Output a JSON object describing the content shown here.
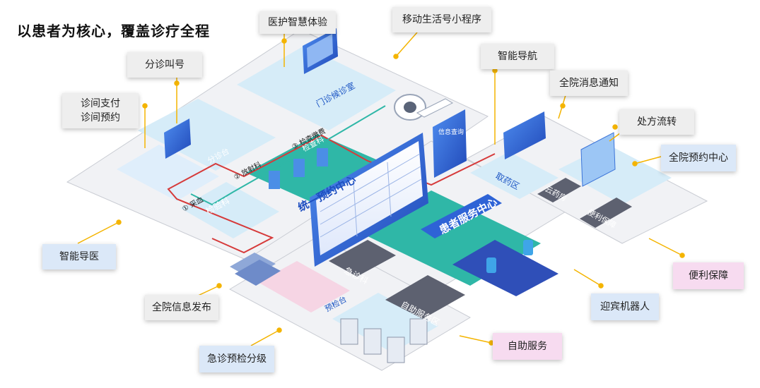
{
  "title": "以患者为核心，覆盖诊疗全程",
  "callouts": {
    "experience": "医护智慧体验",
    "miniprogram": "移动生活号小程序",
    "queue": "分诊叫号",
    "navigation": "智能导航",
    "notification": "全院消息通知",
    "pay_line1": "诊间支付",
    "pay_line2": "诊间预约",
    "prescription": "处方流转",
    "appointment_center": "全院预约中心",
    "guide": "智能导医",
    "convenience": "便利保障",
    "info_release": "全院信息发布",
    "robot": "迎宾机器人",
    "self_service": "自助服务",
    "triage": "急诊预检分级"
  },
  "zones": {
    "waiting_room": "门诊候诊室",
    "triage_room": "分诊台",
    "lab": "检验科",
    "exam": "检查科",
    "unified_booking": "统一预约中心",
    "patient_service": "患者服务中心",
    "emergency": "急诊科",
    "self_service_zone": "自助服务区",
    "pharmacy_window": "取药区",
    "cloud_pharmacy": "云药房",
    "convenience_zone": "便利保障",
    "precheck": "预检台",
    "info_screen": "信息查询"
  },
  "steps": {
    "step1": "① 采血",
    "step2": "② 放射科",
    "step3": "③ 检查缴费"
  },
  "colors": {
    "teal": "#2fb7a7",
    "blue": "#2f5ccf",
    "platform": "#f1f2f5",
    "path_red": "#d63a3a",
    "dot": "#f4b400"
  }
}
